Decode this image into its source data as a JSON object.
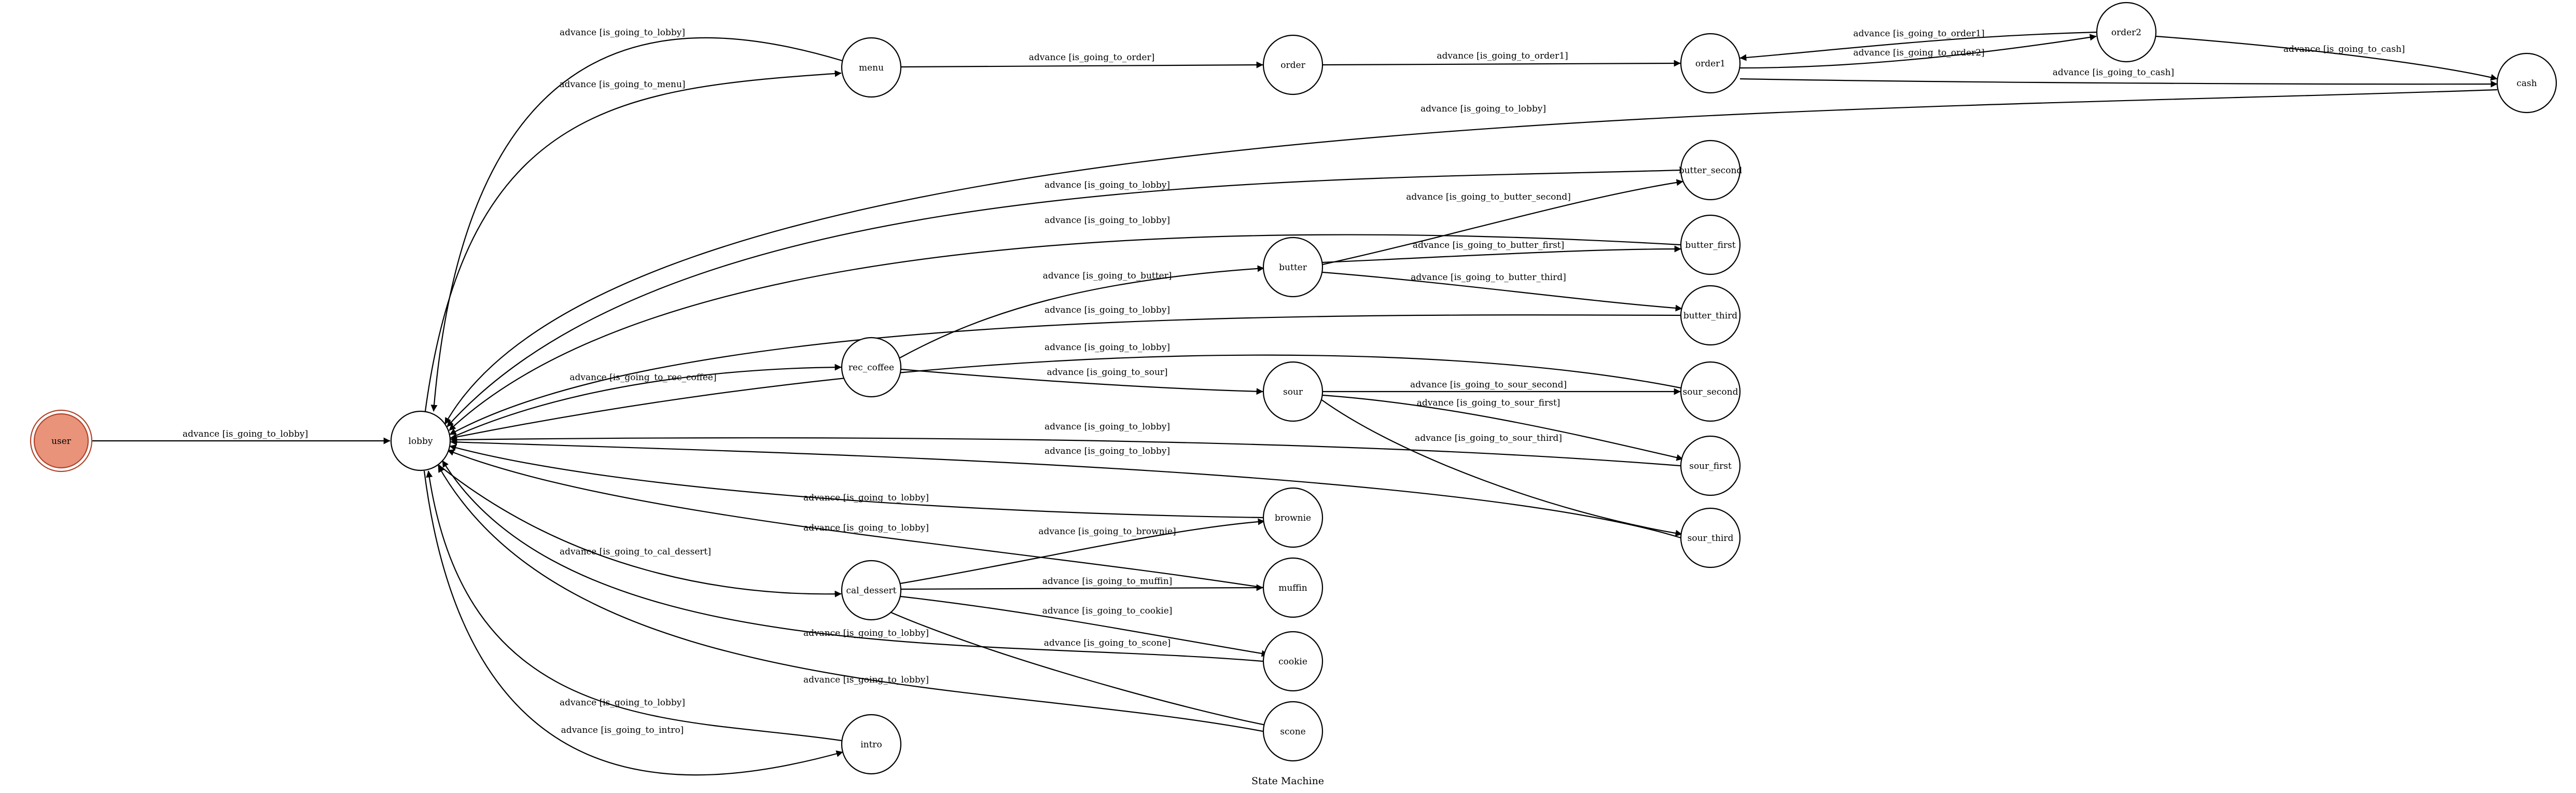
{
  "diagram": {
    "caption": "State Machine",
    "colors": {
      "initial_fill": "#e8937a",
      "initial_stroke": "#b0442b",
      "line": "#000000",
      "background": "#ffffff"
    },
    "nodes": [
      {
        "id": "user",
        "label": "user",
        "initial": true
      },
      {
        "id": "lobby",
        "label": "lobby"
      },
      {
        "id": "menu",
        "label": "menu"
      },
      {
        "id": "order",
        "label": "order"
      },
      {
        "id": "order1",
        "label": "order1"
      },
      {
        "id": "order2",
        "label": "order2"
      },
      {
        "id": "cash",
        "label": "cash"
      },
      {
        "id": "butter_second",
        "label": "butter_second"
      },
      {
        "id": "butter_first",
        "label": "butter_first"
      },
      {
        "id": "butter_third",
        "label": "butter_third"
      },
      {
        "id": "butter",
        "label": "butter"
      },
      {
        "id": "rec_coffee",
        "label": "rec_coffee"
      },
      {
        "id": "sour",
        "label": "sour"
      },
      {
        "id": "sour_second",
        "label": "sour_second"
      },
      {
        "id": "sour_first",
        "label": "sour_first"
      },
      {
        "id": "sour_third",
        "label": "sour_third"
      },
      {
        "id": "brownie",
        "label": "brownie"
      },
      {
        "id": "muffin",
        "label": "muffin"
      },
      {
        "id": "cal_dessert",
        "label": "cal_dessert"
      },
      {
        "id": "cookie",
        "label": "cookie"
      },
      {
        "id": "scone",
        "label": "scone"
      },
      {
        "id": "intro",
        "label": "intro"
      }
    ],
    "edges": [
      {
        "from": "user",
        "to": "lobby",
        "label": "advance [is_going_to_lobby]"
      },
      {
        "from": "menu",
        "to": "lobby",
        "label": "advance [is_going_to_lobby]"
      },
      {
        "from": "lobby",
        "to": "menu",
        "label": "advance [is_going_to_menu]"
      },
      {
        "from": "menu",
        "to": "order",
        "label": "advance [is_going_to_order]"
      },
      {
        "from": "order",
        "to": "order1",
        "label": "advance [is_going_to_order1]"
      },
      {
        "from": "order2",
        "to": "order1",
        "label": "advance [is_going_to_order1]"
      },
      {
        "from": "order1",
        "to": "order2",
        "label": "advance [is_going_to_order2]"
      },
      {
        "from": "order2",
        "to": "cash",
        "label": "advance [is_going_to_cash]"
      },
      {
        "from": "order1",
        "to": "cash",
        "label": "advance [is_going_to_cash]"
      },
      {
        "from": "cash",
        "to": "lobby",
        "label": "advance [is_going_to_lobby]"
      },
      {
        "from": "butter_second",
        "to": "lobby",
        "label": "advance [is_going_to_lobby]"
      },
      {
        "from": "butter",
        "to": "butter_second",
        "label": "advance [is_going_to_butter_second]"
      },
      {
        "from": "butter_first",
        "to": "lobby",
        "label": "advance [is_going_to_lobby]"
      },
      {
        "from": "butter",
        "to": "butter_first",
        "label": "advance [is_going_to_butter_first]"
      },
      {
        "from": "rec_coffee",
        "to": "butter",
        "label": "advance [is_going_to_butter]"
      },
      {
        "from": "butter",
        "to": "butter_third",
        "label": "advance [is_going_to_butter_third]"
      },
      {
        "from": "butter_third",
        "to": "lobby",
        "label": "advance [is_going_to_lobby]"
      },
      {
        "from": "lobby",
        "to": "rec_coffee",
        "label": "advance [is_going_to_rec_coffee]"
      },
      {
        "from": "sour_second",
        "to": "lobby",
        "label": "advance [is_going_to_lobby]"
      },
      {
        "from": "rec_coffee",
        "to": "sour",
        "label": "advance [is_going_to_sour]"
      },
      {
        "from": "sour",
        "to": "sour_second",
        "label": "advance [is_going_to_sour_second]"
      },
      {
        "from": "sour",
        "to": "sour_first",
        "label": "advance [is_going_to_sour_first]"
      },
      {
        "from": "sour_first",
        "to": "lobby",
        "label": "advance [is_going_to_lobby]"
      },
      {
        "from": "sour",
        "to": "sour_third",
        "label": "advance [is_going_to_sour_third]"
      },
      {
        "from": "sour_third",
        "to": "lobby",
        "label": "advance [is_going_to_lobby]"
      },
      {
        "from": "brownie",
        "to": "lobby",
        "label": "advance [is_going_to_lobby]"
      },
      {
        "from": "muffin",
        "to": "lobby",
        "label": "advance [is_going_to_lobby]"
      },
      {
        "from": "lobby",
        "to": "cal_dessert",
        "label": "advance [is_going_to_cal_dessert]"
      },
      {
        "from": "cal_dessert",
        "to": "brownie",
        "label": "advance [is_going_to_brownie]"
      },
      {
        "from": "cal_dessert",
        "to": "muffin",
        "label": "advance [is_going_to_muffin]"
      },
      {
        "from": "cal_dessert",
        "to": "cookie",
        "label": "advance [is_going_to_cookie]"
      },
      {
        "from": "cookie",
        "to": "lobby",
        "label": "advance [is_going_to_lobby]"
      },
      {
        "from": "cal_dessert",
        "to": "scone",
        "label": "advance [is_going_to_scone]"
      },
      {
        "from": "scone",
        "to": "lobby",
        "label": "advance [is_going_to_lobby]"
      },
      {
        "from": "intro",
        "to": "lobby",
        "label": "advance [is_going_to_lobby]"
      },
      {
        "from": "lobby",
        "to": "intro",
        "label": "advance [is_going_to_intro]"
      }
    ]
  }
}
